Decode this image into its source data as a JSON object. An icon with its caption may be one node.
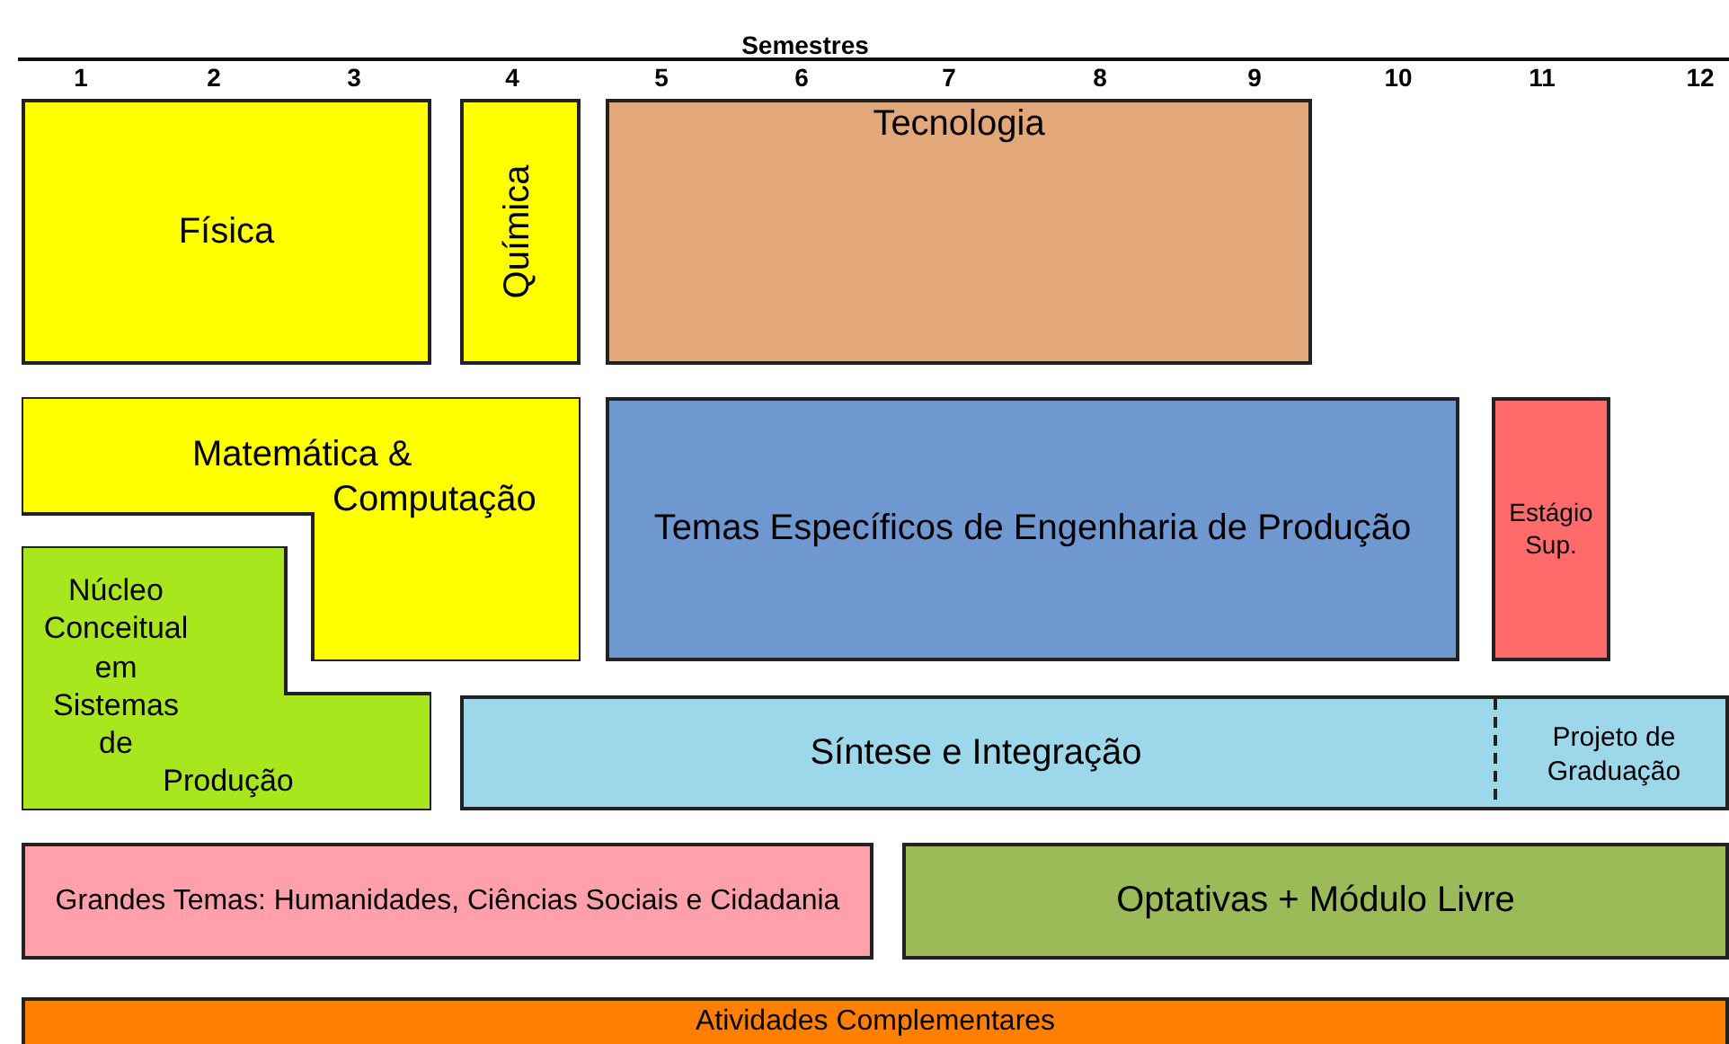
{
  "diagram": {
    "title": "Semestres",
    "nodes": [
      {
        "text": [
          "Física"
        ]
      },
      {
        "text": [
          "Química"
        ]
      },
      {
        "text": [
          "Tecnologia"
        ]
      },
      {
        "text": [
          "Matemática & Computação"
        ]
      },
      {
        "text": [
          "Temas Específicos de Engenharia de Produção"
        ]
      },
      {
        "text": [
          "Estágio Sup."
        ]
      },
      {
        "text": [
          "Núcleo Conceitual em Sistemas de Produção"
        ]
      },
      {
        "text": [
          "Síntese e Integração"
        ]
      },
      {
        "text": [
          "Projeto de Graduação"
        ],
        "in": 7
      },
      {
        "text": [
          "Grandes Temas: Humanidades, Ciências Sociais e Cidadania"
        ]
      },
      {
        "text": [
          "Optativas + Módulo Livre"
        ]
      },
      {
        "text": [
          "Atividades Complementares"
        ]
      }
    ],
    "labels": [
      "1",
      "2",
      "3",
      "4",
      "5",
      "6",
      "7",
      "8",
      "9",
      "10",
      "11",
      "12"
    ]
  }
}
